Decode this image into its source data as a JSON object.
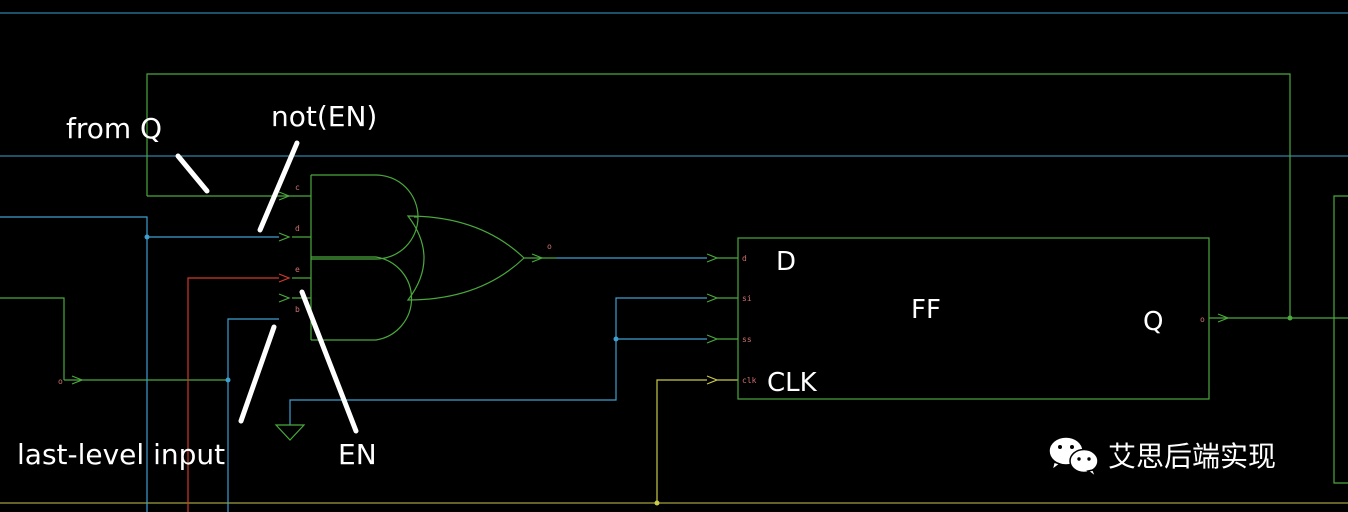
{
  "colors": {
    "background": "#000000",
    "wire_green": "#4aa83c",
    "wire_blue": "#3d9fd0",
    "wire_red": "#d03a2a",
    "wire_yellow": "#c9c94a",
    "pin_label": "#d07070",
    "annotation": "#ffffff"
  },
  "annotations": {
    "from_q": "from Q",
    "not_en": "not(EN)",
    "last_level_input": "last-level input",
    "en": "EN"
  },
  "gate_pins": {
    "c": "c",
    "d": "d",
    "e": "e",
    "b": "b",
    "o": "o",
    "left_o": "o"
  },
  "flipflop": {
    "name": "FF",
    "d_label": "D",
    "clk_label": "CLK",
    "q_label": "Q",
    "pins": {
      "d": "d",
      "si": "si",
      "ss": "ss",
      "clk": "clk",
      "o": "o"
    }
  },
  "watermark": {
    "icon": "wechat-icon",
    "text": "艾思后端实现"
  }
}
